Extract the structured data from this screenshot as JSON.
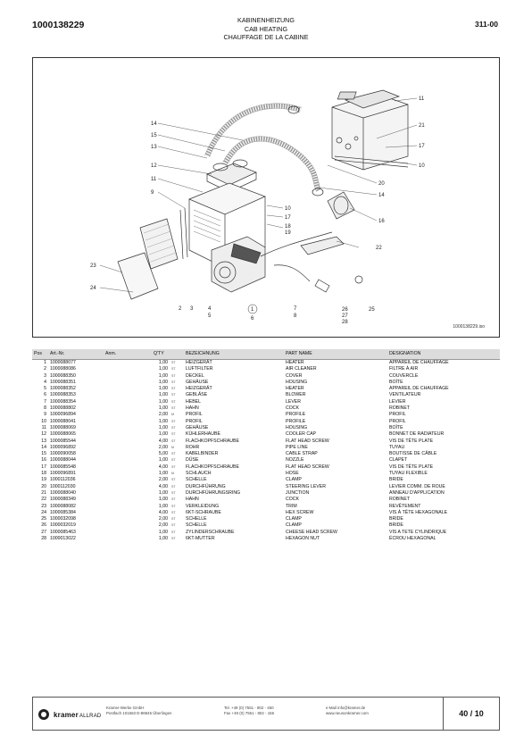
{
  "header": {
    "doc_number": "1000138229",
    "page_code": "311-00",
    "title_de": "KABINENHEIZUNG",
    "title_en": "CAB HEATING",
    "title_fr": "CHAUFFAGE DE LA CABINE"
  },
  "figure": {
    "filename": "1000138229.iso",
    "callouts": [
      "1",
      "2",
      "3",
      "4",
      "5",
      "6",
      "7",
      "8",
      "9",
      "10",
      "11",
      "12",
      "13",
      "14",
      "15",
      "16",
      "17",
      "18",
      "19",
      "20",
      "21",
      "22",
      "23",
      "24",
      "25",
      "26",
      "27",
      "28"
    ]
  },
  "table": {
    "headers": {
      "pos": "Pos",
      "art": "Art.-Nr.",
      "anm": "Anm.",
      "qty": "Q'TY",
      "bez": "BEZEICHNUNG",
      "pn": "PART NAME",
      "des": "DESIGNATION"
    },
    "rows": [
      {
        "pos": "1",
        "art": "1000088077",
        "anm": "",
        "qty": "1,00",
        "unit": "ST",
        "bez": "HEIZGERÄT",
        "pn": "HEATER",
        "des": "APPAREIL DE CHAUFFAGE"
      },
      {
        "pos": "2",
        "art": "1000088086",
        "anm": "",
        "qty": "1,00",
        "unit": "ST",
        "bez": "LUFTFILTER",
        "pn": "AIR CLEANER",
        "des": "FILTRE À AIR"
      },
      {
        "pos": "3",
        "art": "1000088350",
        "anm": "",
        "qty": "1,00",
        "unit": "ST",
        "bez": "DECKEL",
        "pn": "COVER",
        "des": "COUVERCLE"
      },
      {
        "pos": "4",
        "art": "1000088351",
        "anm": "",
        "qty": "1,00",
        "unit": "ST",
        "bez": "GEHÄUSE",
        "pn": "HOUSING",
        "des": "BOÎTE"
      },
      {
        "pos": "5",
        "art": "1000088352",
        "anm": "",
        "qty": "1,00",
        "unit": "ST",
        "bez": "HEIZGERÄT",
        "pn": "HEATER",
        "des": "APPAREIL DE CHAUFFAGE"
      },
      {
        "pos": "6",
        "art": "1000088353",
        "anm": "",
        "qty": "1,00",
        "unit": "ST",
        "bez": "GEBLÄSE",
        "pn": "BLOWER",
        "des": "VENTILATEUR"
      },
      {
        "pos": "7",
        "art": "1000088354",
        "anm": "",
        "qty": "1,00",
        "unit": "ST",
        "bez": "HEBEL",
        "pn": "LEVER",
        "des": "LEVIER"
      },
      {
        "pos": "8",
        "art": "1000088802",
        "anm": "",
        "qty": "1,00",
        "unit": "ST",
        "bez": "HAHN",
        "pn": "COCK",
        "des": "ROBINET"
      },
      {
        "pos": "9",
        "art": "1000096894",
        "anm": "",
        "qty": "2,00",
        "unit": "M",
        "bez": "PROFIL",
        "pn": "PROFILE",
        "des": "PROFIL"
      },
      {
        "pos": "10",
        "art": "1000088041",
        "anm": "",
        "qty": "1,00",
        "unit": "ST",
        "bez": "PROFIL",
        "pn": "PROFILE",
        "des": "PROFIL"
      },
      {
        "pos": "11",
        "art": "1000088069",
        "anm": "",
        "qty": "1,00",
        "unit": "ST",
        "bez": "GEHÄUSE",
        "pn": "HOUSING",
        "des": "BOÎTE"
      },
      {
        "pos": "12",
        "art": "1000088065",
        "anm": "",
        "qty": "1,00",
        "unit": "ST",
        "bez": "KÜHLERHAUBE",
        "pn": "COOLER CAP",
        "des": "BONNET DE RADIATEUR"
      },
      {
        "pos": "13",
        "art": "1000085544",
        "anm": "",
        "qty": "4,00",
        "unit": "ST",
        "bez": "FLACHKOPFSCHRAUBE",
        "pn": "FLAT HEAD SCREW",
        "des": "VIS DE TÊTE PLATE"
      },
      {
        "pos": "14",
        "art": "1000096892",
        "anm": "",
        "qty": "2,00",
        "unit": "M",
        "bez": "ROHR",
        "pn": "PIPE LINE",
        "des": "TUYAU"
      },
      {
        "pos": "15",
        "art": "1000090058",
        "anm": "",
        "qty": "5,00",
        "unit": "ST",
        "bez": "KABELBINDER",
        "pn": "CABLE STRAP",
        "des": "BOUTISSE DE CÂBLE"
      },
      {
        "pos": "16",
        "art": "1000088044",
        "anm": "",
        "qty": "1,00",
        "unit": "ST",
        "bez": "DÜSE",
        "pn": "NOZZLE",
        "des": "CLAPET"
      },
      {
        "pos": "17",
        "art": "1000085548",
        "anm": "",
        "qty": "4,00",
        "unit": "ST",
        "bez": "FLACHKOPFSCHRAUBE",
        "pn": "FLAT HEAD SCREW",
        "des": "VIS DE TÊTE PLATE"
      },
      {
        "pos": "18",
        "art": "1000096891",
        "anm": "",
        "qty": "1,00",
        "unit": "M",
        "bez": "SCHLAUCH",
        "pn": "HOSE",
        "des": "TUYAU FLEXIBLE"
      },
      {
        "pos": "19",
        "art": "1000112036",
        "anm": "",
        "qty": "2,00",
        "unit": "ST",
        "bez": "SCHELLE",
        "pn": "CLAMP",
        "des": "BRIDE"
      },
      {
        "pos": "20",
        "art": "1000112030",
        "anm": "",
        "qty": "4,00",
        "unit": "ST",
        "bez": "DURCHFÜHRUNG",
        "pn": "STEERING LEVER",
        "des": "LEVIER COMM. DE ROUE"
      },
      {
        "pos": "21",
        "art": "1000088040",
        "anm": "",
        "qty": "1,00",
        "unit": "ST",
        "bez": "DURCHFÜHRUNGSRING",
        "pn": "JUNCTION",
        "des": "ANNEAU D'APPLICATION"
      },
      {
        "pos": "22",
        "art": "1000088349",
        "anm": "",
        "qty": "1,00",
        "unit": "ST",
        "bez": "HAHN",
        "pn": "COCK",
        "des": "ROBINET"
      },
      {
        "pos": "23",
        "art": "1000088082",
        "anm": "",
        "qty": "1,00",
        "unit": "ST",
        "bez": "VERKLEIDUNG",
        "pn": "TRIM",
        "des": "REVÊTEMENT"
      },
      {
        "pos": "24",
        "art": "1000085384",
        "anm": "",
        "qty": "4,00",
        "unit": "ST",
        "bez": "6KT-SCHRAUBE",
        "pn": "HEX SCREW",
        "des": "VIS À TÊTE HEXAGONALE"
      },
      {
        "pos": "25",
        "art": "1000032098",
        "anm": "",
        "qty": "2,00",
        "unit": "ST",
        "bez": "SCHELLE",
        "pn": "CLAMP",
        "des": "BRIDE"
      },
      {
        "pos": "26",
        "art": "1000032019",
        "anm": "",
        "qty": "2,00",
        "unit": "ST",
        "bez": "SCHELLE",
        "pn": "CLAMP",
        "des": "BRIDE"
      },
      {
        "pos": "27",
        "art": "1000085463",
        "anm": "",
        "qty": "1,00",
        "unit": "ST",
        "bez": "ZYLINDERSCHRAUBE",
        "pn": "CHEESE HEAD SCREW",
        "des": "VIS A TETE CYLINDRIQUE"
      },
      {
        "pos": "28",
        "art": "1000013022",
        "anm": "",
        "qty": "1,00",
        "unit": "ST",
        "bez": "6KT-MUTTER",
        "pn": "HEXAGON NUT",
        "des": "ÉCROU HEXAGONAL"
      }
    ]
  },
  "footer": {
    "brand": "kramer",
    "brand_sub": "ALLRAD",
    "company_line1": "Kramer-Werke GmbH",
    "company_line2": "Postfach 101563 D-88645 Überlingen",
    "phone_line1": "Tel. +49 (0) 7551 - 802 - 450",
    "phone_line2": "Fax  +49 (0) 7551 - 802 - 156",
    "web_line1": "e-Mail info@kramer.de",
    "web_line2": "www.neusonkramer.com",
    "page": "40 / 10"
  },
  "colors": {
    "line": "#333333",
    "header_bg": "#dcdcdc"
  }
}
